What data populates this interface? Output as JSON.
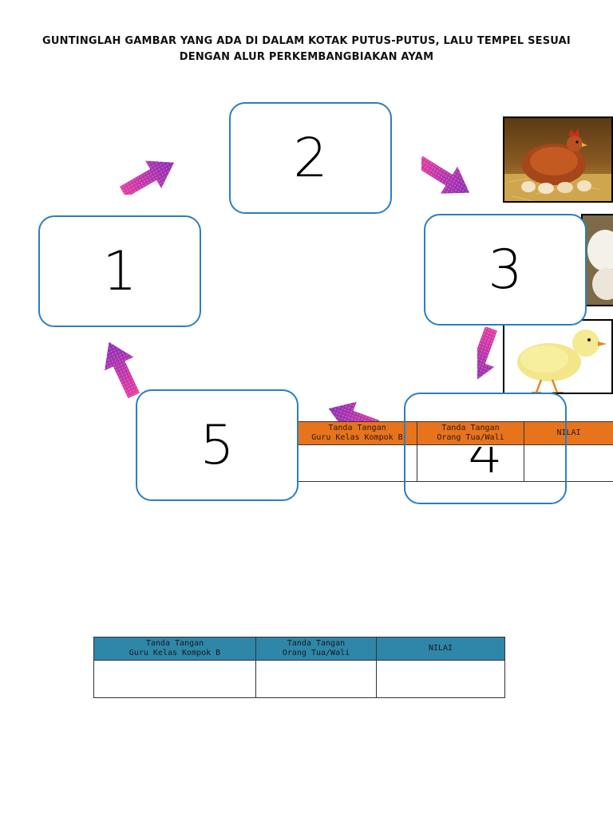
{
  "instruction": {
    "line1": "GUNTINGLAH GAMBAR YANG ADA DI DALAM KOTAK PUTUS-PUTUS, LALU TEMPEL SESUAI",
    "line2": "DENGAN ALUR PERKEMBANGBIAKAN AYAM"
  },
  "steps": [
    "1",
    "2",
    "3",
    "4",
    "5"
  ],
  "signature_table": {
    "col1": "Tanda Tangan\nGuru Kelas Kompok B",
    "col2": "Tanda Tangan\nOrang Tua/Wali",
    "col3": "NILAI"
  },
  "colors": {
    "box_border": "#2a7fc0",
    "arrow": "#d02f8f",
    "table_header_teal": "#2e86a8",
    "table_header_orange": "#e8731d"
  },
  "icons": [
    "hen-on-eggs-photo",
    "eggs-photo",
    "chick-photo",
    "curved-arrow-icon"
  ]
}
